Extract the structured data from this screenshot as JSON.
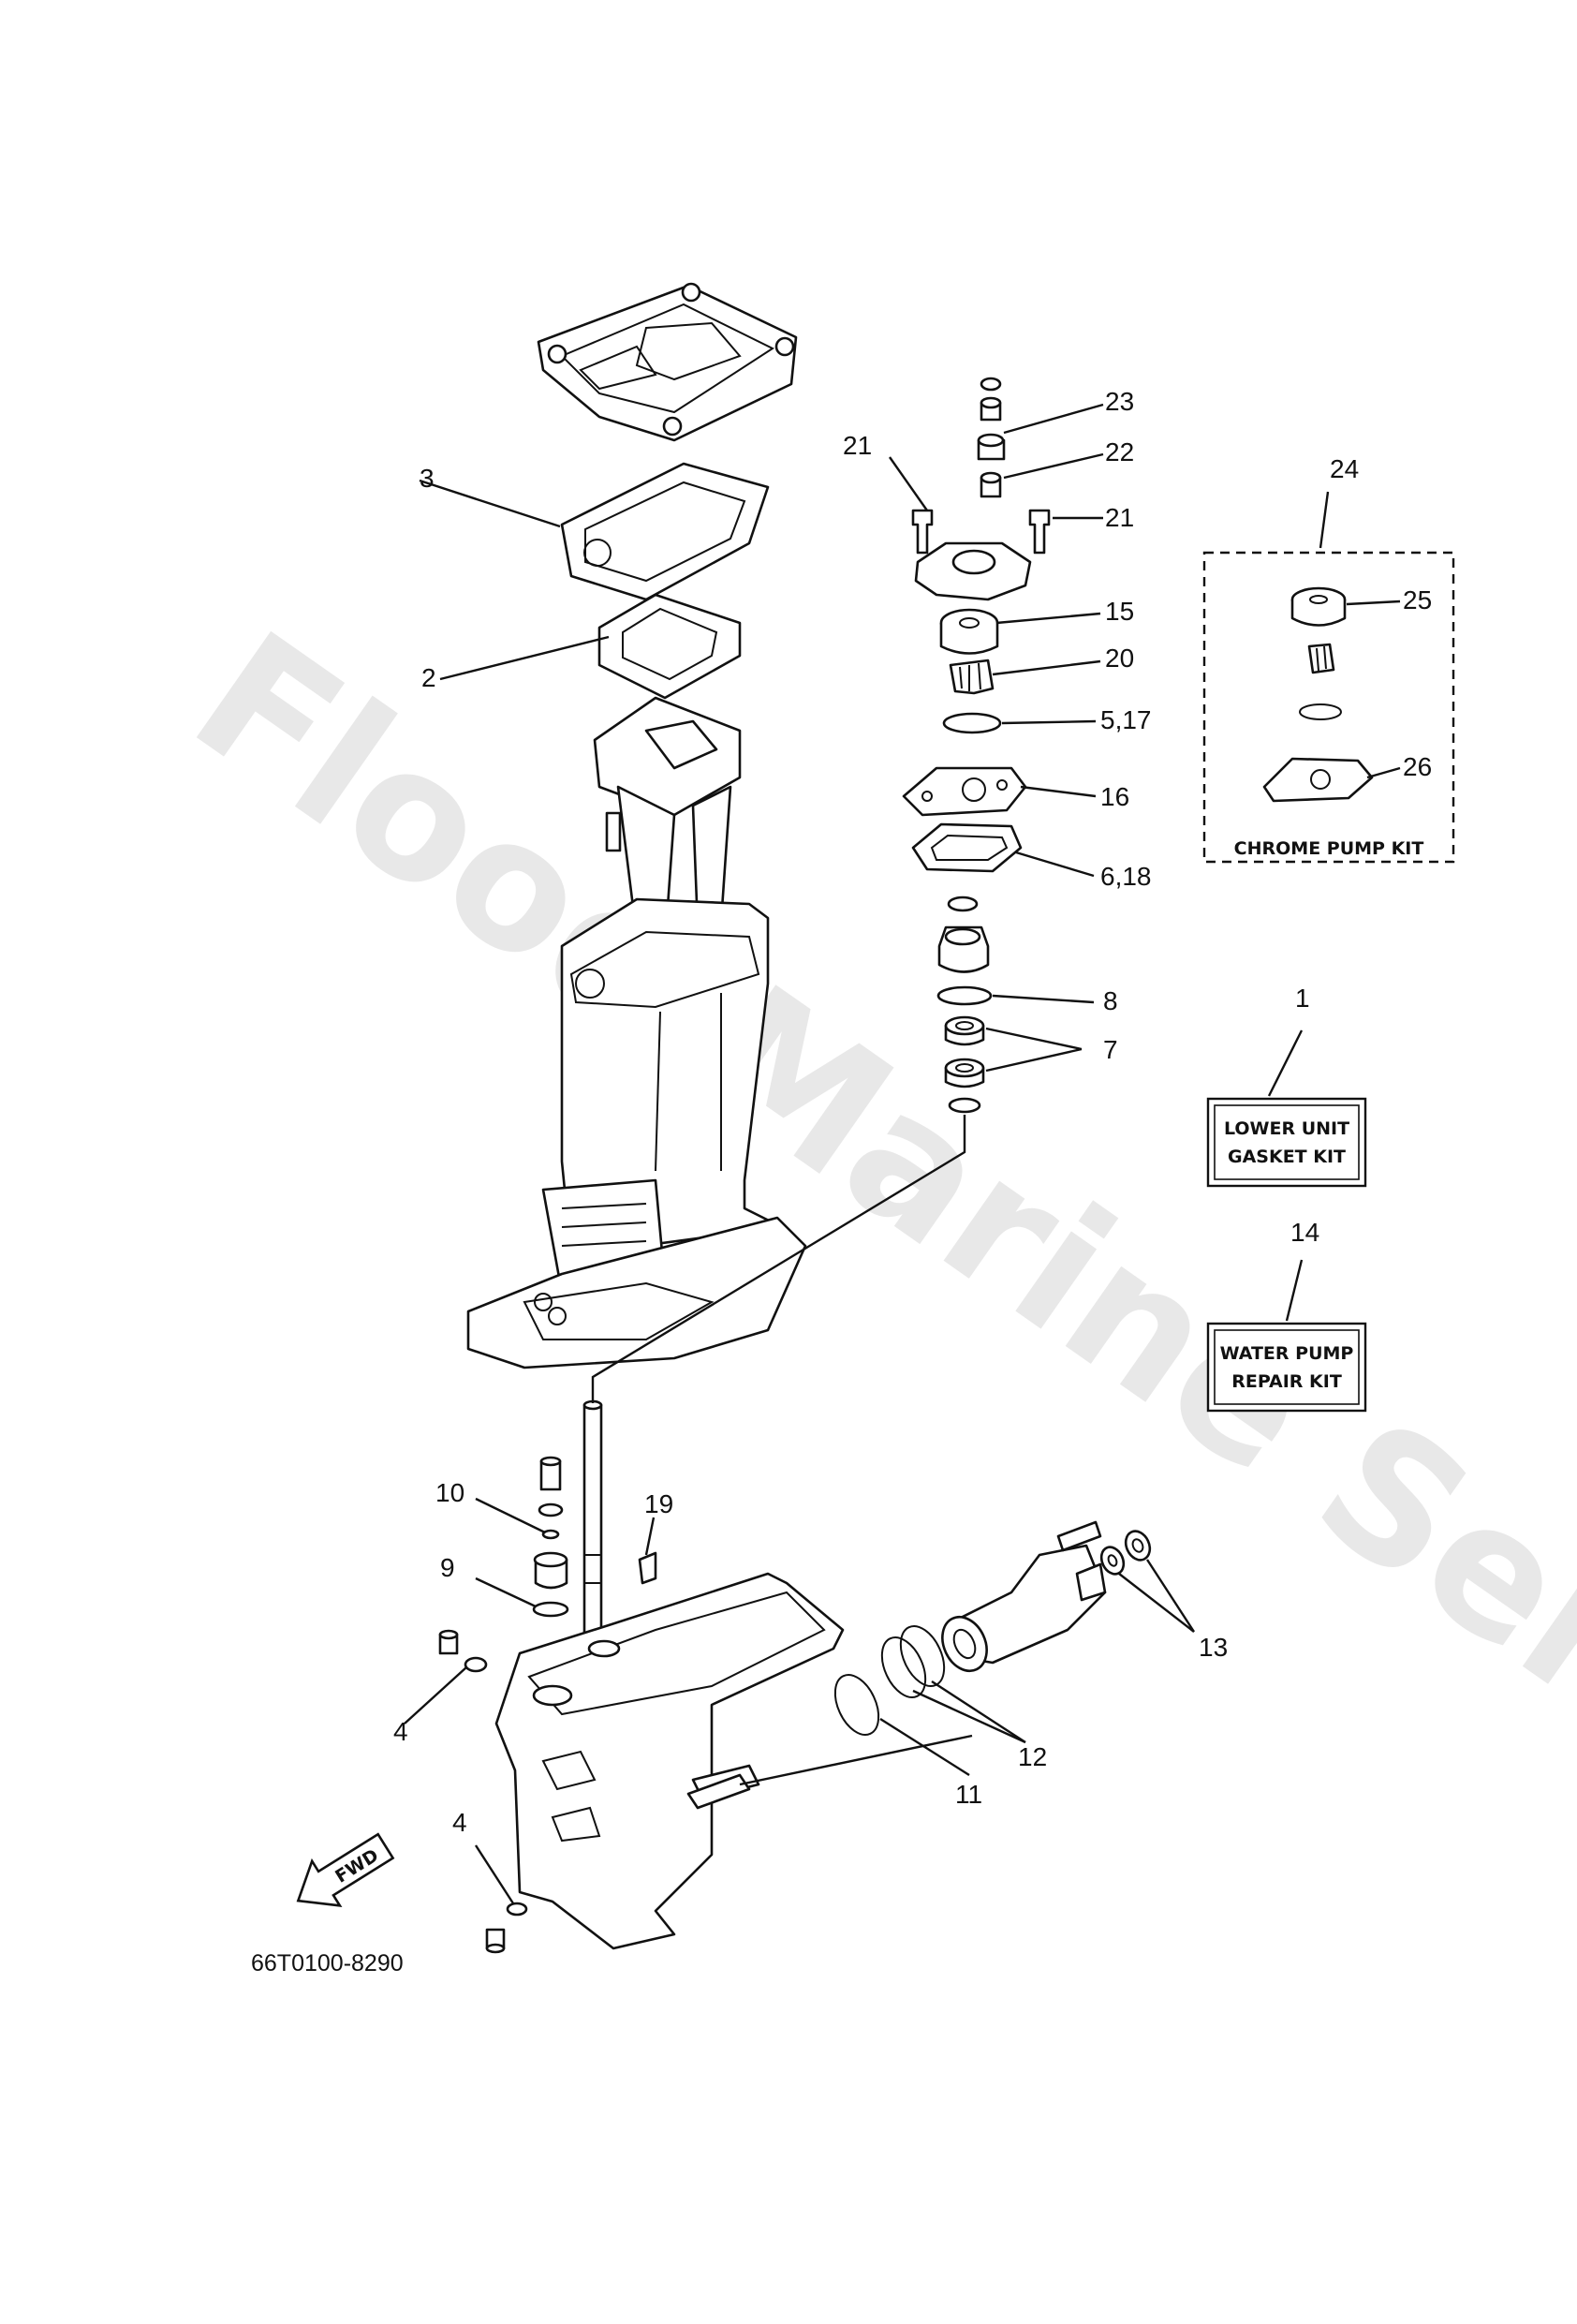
{
  "watermark": "Flood Marine Services",
  "diagram_code": "66T0100-8290",
  "fwd_label": "FWD",
  "callouts": {
    "c1": "1",
    "c2": "2",
    "c3": "3",
    "c4a": "4",
    "c4b": "4",
    "c5_17": "5,17",
    "c6_18": "6,18",
    "c7": "7",
    "c8": "8",
    "c9": "9",
    "c10": "10",
    "c11": "11",
    "c12": "12",
    "c13": "13",
    "c14": "14",
    "c15": "15",
    "c16": "16",
    "c19": "19",
    "c20": "20",
    "c21a": "21",
    "c21b": "21",
    "c22": "22",
    "c23": "23",
    "c24": "24",
    "c25": "25",
    "c26": "26"
  },
  "kits": {
    "chrome_pump_kit": "CHROME PUMP KIT",
    "lower_unit_gasket_kit": {
      "line1": "LOWER UNIT",
      "line2": "GASKET KIT"
    },
    "water_pump_repair_kit": {
      "line1": "WATER PUMP",
      "line2": "REPAIR KIT"
    }
  }
}
